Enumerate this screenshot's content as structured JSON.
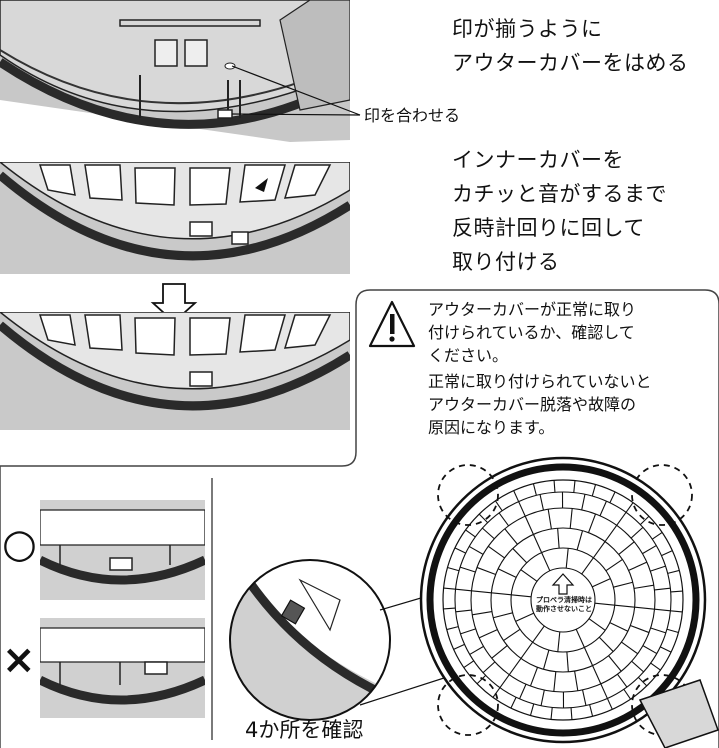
{
  "step1": {
    "instruction_line1": "印が揃うように",
    "instruction_line2": "アウターカバーをはめる",
    "callout_label": "印を合わせる"
  },
  "step2": {
    "instruction_line1": "インナーカバーを",
    "instruction_line2": "カチッと音がするまで",
    "instruction_line3": "反時計回りに回して",
    "instruction_line4": "取り付ける"
  },
  "warning": {
    "icon": "warning-triangle-icon",
    "line1": "アウターカバーが正常に取り",
    "line2": "付けられているか、確認して",
    "line3": "ください。",
    "line4": "正常に取り付けられていないと",
    "line5": "アウターカバー脱落や故障の",
    "line6": "原因になります。"
  },
  "comparison": {
    "ok_symbol": "○",
    "ng_symbol": "×"
  },
  "cover_labels": {
    "propeller_line1": "プロペラ清掃時は",
    "propeller_line2": "動作させないこと"
  },
  "check_caption": "4か所を確認"
}
